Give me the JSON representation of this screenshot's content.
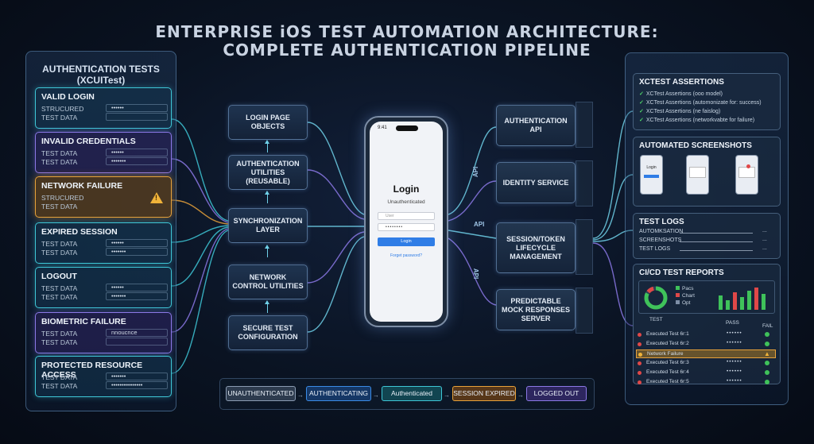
{
  "title": {
    "line1": "ENTERPRISE iOS TEST AUTOMATION ARCHITECTURE:",
    "line2": "COMPLETE AUTHENTICATION PIPELINE"
  },
  "left_panel": {
    "heading_line1": "AUTHENTICATION TESTS",
    "heading_line2": "(XCUITest)",
    "cards": [
      {
        "title": "VALID LOGIN",
        "row1": "STRUCURED",
        "row2": "TEST DATA",
        "field1": "••••••",
        "field2": "",
        "style": "cyan"
      },
      {
        "title": "INVALID CREDENTIALS",
        "row1": "TEST DATA",
        "row2": "TEST DATA",
        "field1": "••••••",
        "field2": "•••••••",
        "style": "purple"
      },
      {
        "title": "NETWORK FAILURE",
        "row1": "STRUCURED",
        "row2": "TEST DATA",
        "field1": "",
        "field2": "",
        "style": "orange",
        "warning": "!"
      },
      {
        "title": "EXPIRED SESSION",
        "row1": "TEST DATA",
        "row2": "TEST DATA",
        "field1": "••••••",
        "field2": "•••••••",
        "style": "cyan"
      },
      {
        "title": "LOGOUT",
        "row1": "TEST DATA",
        "row2": "TEST DATA",
        "field1": "••••••",
        "field2": "•••••••",
        "style": "cyan"
      },
      {
        "title": "BIOMETRIC FAILURE",
        "row1": "TEST DATA",
        "row2": "TEST DATA",
        "field1": "nnoucnce",
        "field2": "",
        "style": "purple"
      },
      {
        "title": "PROTECTED RESOURCE ACCESS",
        "row1": "TEST DATA",
        "row2": "TEST DATA",
        "field1": "•••••••",
        "field2": "•••••••••••••••",
        "style": "cyan"
      }
    ]
  },
  "middle": {
    "boxes": [
      {
        "label": "LOGIN PAGE OBJECTS"
      },
      {
        "label": "AUTHENTICATION UTILITIES (REUSABLE)"
      },
      {
        "label": "SYNCHRONIZATION LAYER"
      },
      {
        "label": "NETWORK CONTROL UTILITIES"
      },
      {
        "label": "SECURE TEST CONFIGURATION"
      }
    ]
  },
  "phone": {
    "clock": "9:41",
    "title": "Login",
    "subtitle": "Unauthenticated",
    "user_placeholder": "User",
    "password_value": "••••••••",
    "button": "Login",
    "forgot": "Forget password?"
  },
  "services": {
    "api_labels": [
      "API",
      "API",
      "API"
    ],
    "boxes": [
      {
        "label": "AUTHENTICATION API"
      },
      {
        "label": "IDENTITY SERVICE"
      },
      {
        "label": "SESSION/TOKEN LIFECYCLE MANAGEMENT"
      },
      {
        "label": "PREDICTABLE MOCK RESPONSES SERVER"
      }
    ]
  },
  "right_panel": {
    "assertions": {
      "heading": "XCTEST ASSERTIONS",
      "rows": [
        "XCTest Assertions (ooo model)",
        "XCTest Assertions (automonizate for: success)",
        "XCTest Assertions (ne faislog)",
        "XCTest Assertions (networkvabte for failure)"
      ]
    },
    "screenshots": {
      "heading": "AUTOMATED SCREENSHOTS",
      "shot1_title": "Login"
    },
    "logs": {
      "heading": "TEST LOGS",
      "rows": [
        "AUTOMKSATION",
        "SCREENSHOTS",
        "TEST LOGS"
      ],
      "dots": "..."
    },
    "reports": {
      "heading": "CI/CD TEST REPORTS",
      "legend": [
        "Pacs",
        "Chart",
        "Opt"
      ],
      "col_test": "TEST",
      "col_pass": "PASS",
      "col_fail": "FAIL",
      "rows": [
        {
          "name": "Executed Test 6r:1",
          "pass": "••••••",
          "status": "ok"
        },
        {
          "name": "Executed Test 6r:2",
          "pass": "••••••",
          "status": "ok"
        },
        {
          "name": "Network Failure",
          "pass": "",
          "status": "warn"
        },
        {
          "name": "Executed Test 6r:3",
          "pass": "••••••",
          "status": "ok"
        },
        {
          "name": "Executed Test 6r:4",
          "pass": "••••••",
          "status": "ok"
        },
        {
          "name": "Executed Test 6r:5",
          "pass": "••••••",
          "status": "ok"
        }
      ]
    }
  },
  "flow": {
    "states": [
      "UNAUTHENTICATED",
      "AUTHENTICATING",
      "Authenticated",
      "SESSION EXPIRED",
      "LOGGED OUT"
    ],
    "arrow": "→"
  },
  "colors": {
    "cyan": "#3ec6d6",
    "purple": "#8b78e6",
    "orange": "#e8a23a",
    "pass_green": "#3fc25a",
    "accent_blue": "#2f7de6"
  }
}
